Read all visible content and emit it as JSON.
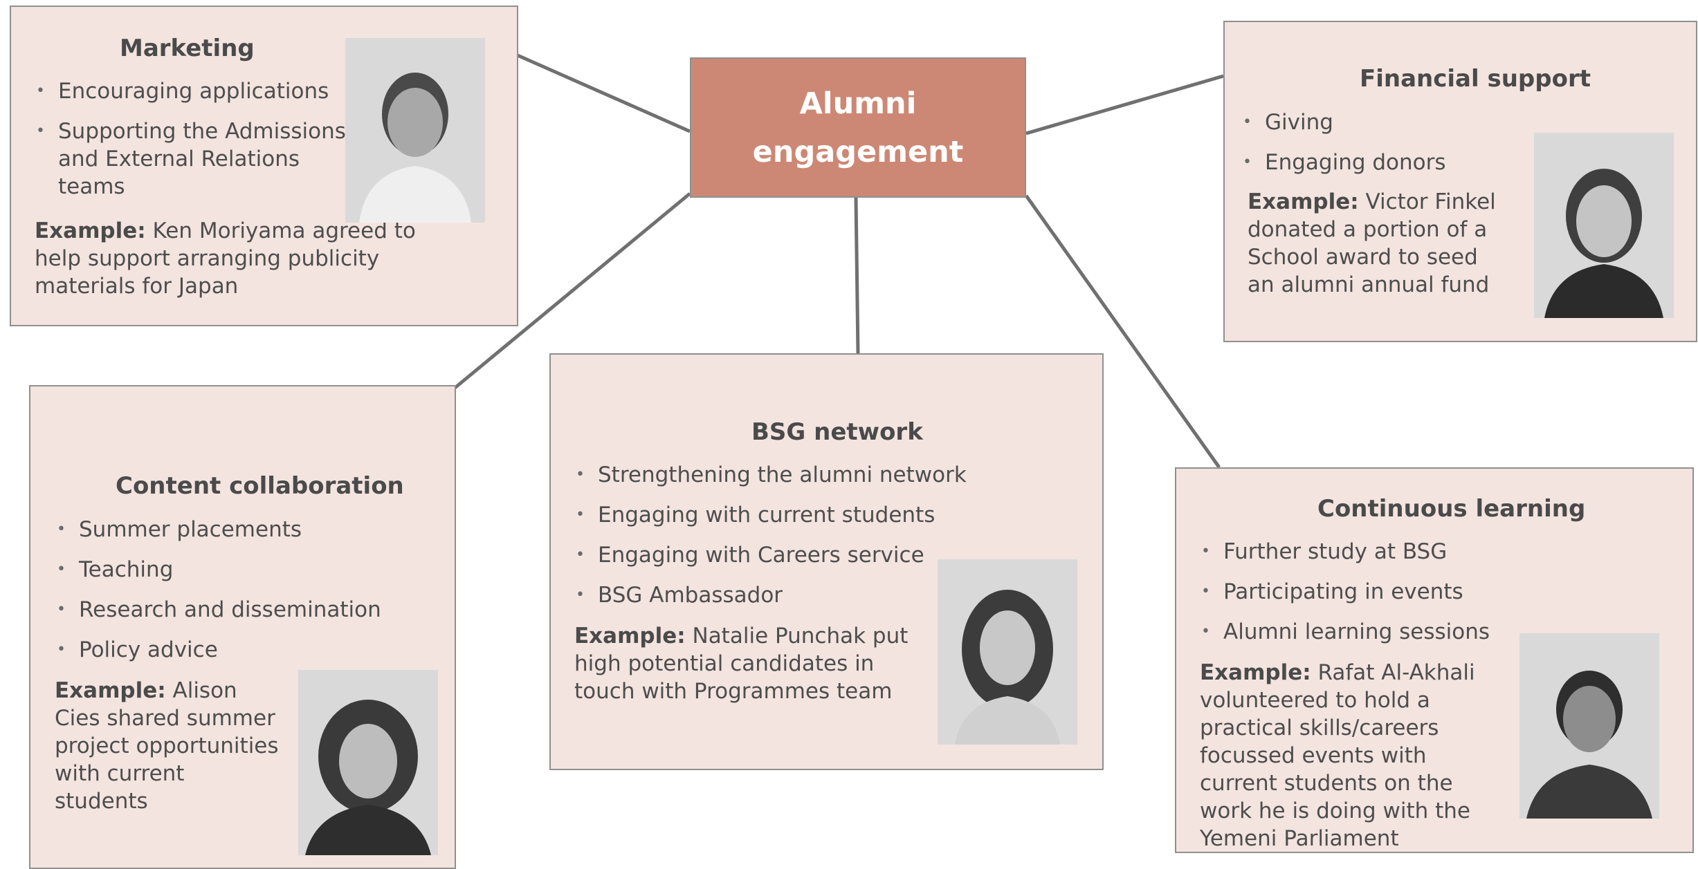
{
  "center": {
    "title": "Alumni engagement"
  },
  "boxes": {
    "marketing": {
      "title": "Marketing",
      "bullets": [
        "Encouraging applications",
        "Supporting the Admissions and External Relations teams"
      ],
      "example_label": "Example:",
      "example_text": "Ken Moriyama agreed to help support arranging publicity materials for Japan",
      "photo_icon": "person-photo"
    },
    "financial": {
      "title": "Financial support",
      "bullets": [
        "Giving",
        "Engaging donors"
      ],
      "example_label": "Example:",
      "example_text": "Victor Finkel donated a portion of a School award to seed an alumni annual fund",
      "photo_icon": "person-photo"
    },
    "content": {
      "title": "Content collaboration",
      "bullets": [
        "Summer placements",
        "Teaching",
        "Research and dissemination",
        "Policy advice"
      ],
      "example_label": "Example:",
      "example_text": "Alison Cies shared summer project opportunities with current students",
      "photo_icon": "person-photo"
    },
    "network": {
      "title": "BSG network",
      "bullets": [
        "Strengthening the alumni network",
        "Engaging with current students",
        "Engaging with Careers service",
        "BSG Ambassador"
      ],
      "example_label": "Example:",
      "example_text": "Natalie Punchak put high potential candidates in touch with Programmes team",
      "photo_icon": "person-photo"
    },
    "learning": {
      "title": "Continuous learning",
      "bullets": [
        "Further study at BSG",
        "Participating in events",
        "Alumni learning sessions"
      ],
      "example_label": "Example:",
      "example_text": "Rafat Al-Akhali volunteered to hold a practical skills/careers focussed events with current students on the work he is doing with the Yemeni Parliament",
      "photo_icon": "person-photo"
    }
  },
  "colors": {
    "box_fill": "#f3e4df",
    "center_fill": "#cc8874",
    "connector": "#707070",
    "border": "#8f8f8f"
  }
}
